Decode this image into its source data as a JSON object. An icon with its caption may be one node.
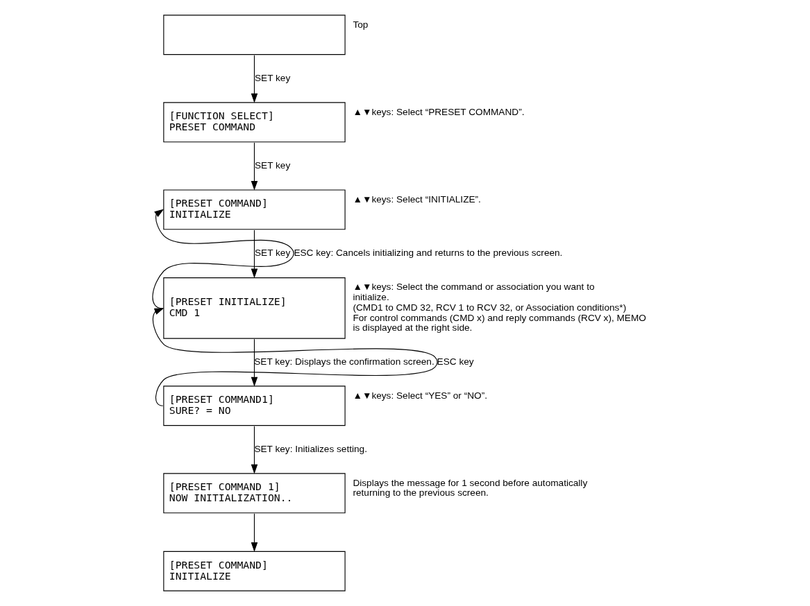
{
  "diagram": {
    "nodes": [
      {
        "text": [],
        "shape": "box",
        "beside": [
          "Top"
        ]
      },
      {
        "text": [
          "[FUNCTION SELECT]",
          "PRESET COMMAND"
        ],
        "beside": [
          "▲▼keys: Select “PRESET COMMAND”."
        ]
      },
      {
        "text": [
          "[PRESET COMMAND]",
          "INITIALIZE"
        ],
        "beside": [
          "▲▼keys: Select “INITIALIZE”."
        ]
      },
      {
        "text": [
          "[PRESET INITIALIZE]",
          "CMD 1"
        ],
        "beside": [
          "▲▼keys: Select the command or association you want to initialize.",
          "(CMD1 to CMD 32, RCV 1 to RCV 32, or Association conditions*)",
          "For control commands (CMD x) and reply commands (RCV x), MEMO is displayed at the right side."
        ]
      },
      {
        "text": [
          "[PRESET COMMAND1]",
          "SURE? = NO"
        ],
        "beside": [
          "▲▼keys: Select “YES” or “NO”."
        ]
      },
      {
        "text": [
          "[PRESET COMMAND 1]",
          "NOW INITIALIZATION.."
        ],
        "beside": [
          "Displays the message for 1 second before automatically returning to the previous screen."
        ]
      },
      {
        "text": [
          "[PRESET COMMAND]",
          "INITIALIZE"
        ]
      }
    ],
    "edges": [
      {
        "from": 0,
        "to": 1,
        "arrow": "to",
        "label": "SET key"
      },
      {
        "from": 1,
        "to": 2,
        "arrow": "to",
        "label": "SET key"
      },
      {
        "from": 2,
        "to": 3,
        "arrow": "to",
        "label": "SET key"
      },
      {
        "from": 3,
        "to": 2,
        "arrow": "to",
        "label": "ESC key: Cancels initializing and returns to the previous screen."
      },
      {
        "from": 3,
        "to": 4,
        "arrow": "to",
        "label": "SET key: Displays the confirmation screen."
      },
      {
        "from": 4,
        "to": 3,
        "arrow": "to",
        "label": "ESC key"
      },
      {
        "from": 4,
        "to": 5,
        "arrow": "to",
        "label": "SET key: Initializes setting."
      },
      {
        "from": 5,
        "to": 6,
        "arrow": "to"
      }
    ]
  }
}
